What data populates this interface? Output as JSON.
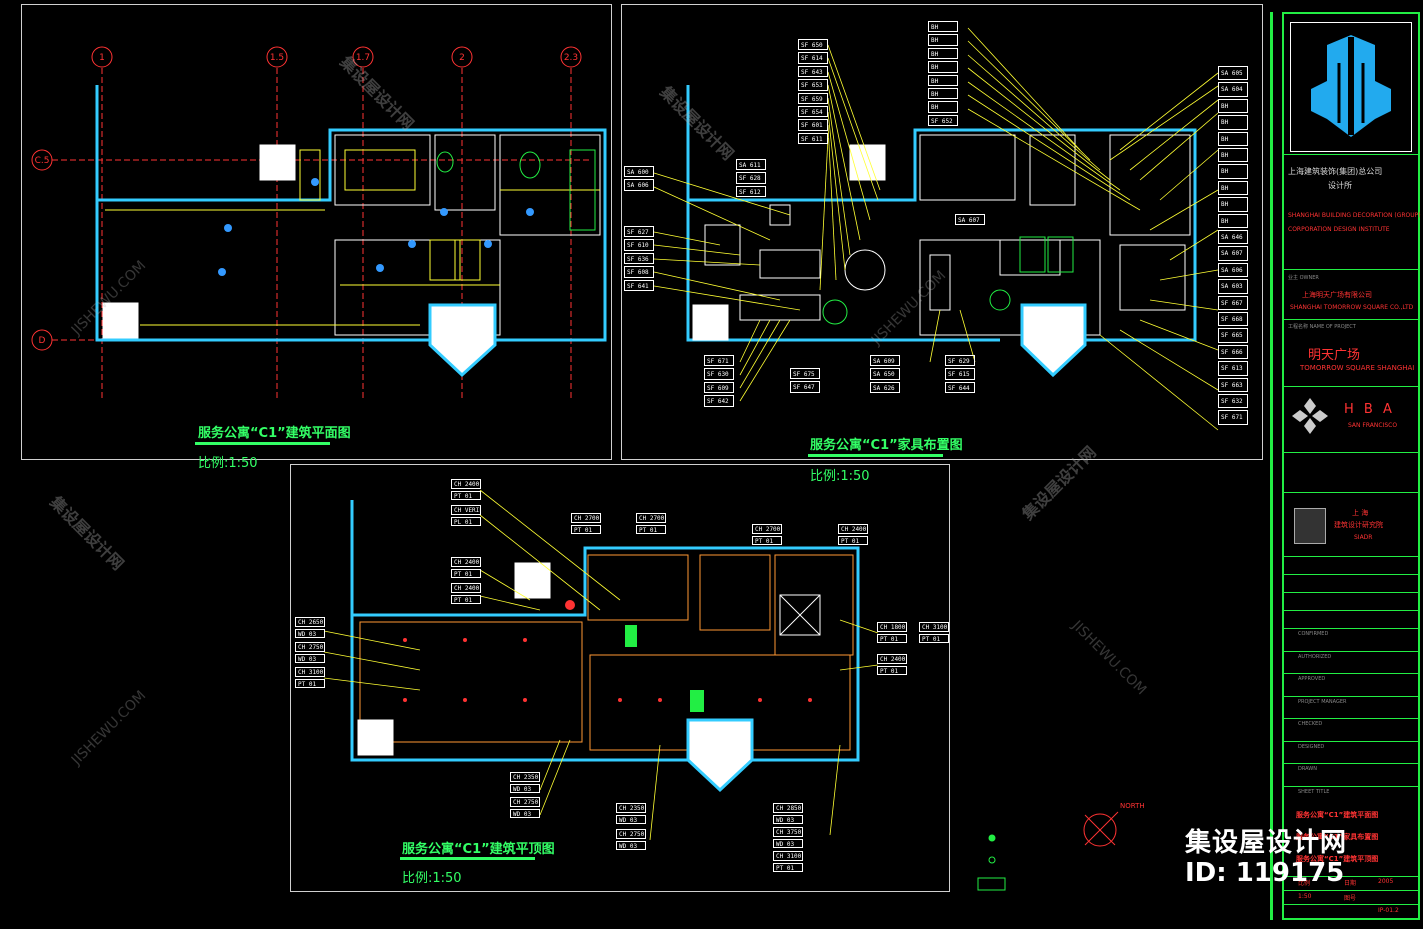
{
  "drawings": {
    "plan1": {
      "title": "服务公寓“C1”建筑平面图",
      "scale": "比例:1:50"
    },
    "plan2": {
      "title": "服务公寓“C1”家具布置图",
      "scale": "比例:1:50"
    },
    "plan3": {
      "title": "服务公寓“C1”建筑平顶图",
      "scale": "比例:1:50"
    }
  },
  "grid_labels": [
    "1",
    "1.5",
    "1.7",
    "2",
    "2.3"
  ],
  "row_labels": [
    "C.5",
    "D"
  ],
  "plan2_tags": {
    "left_sf": [
      "SF 650",
      "SF 614",
      "SF 643",
      "SF 653",
      "SF 659",
      "SF 654",
      "SF 601",
      "SF 611"
    ],
    "left_sa": [
      "SA 600",
      "SA 606"
    ],
    "mid_tags": [
      "SA 611",
      "SF 628",
      "SF 612"
    ],
    "left_lower": [
      "SF 627",
      "SF 610",
      "SF 636",
      "SF 608",
      "SF 641"
    ],
    "bottom_a": [
      "SF 671",
      "SF 630",
      "SF 609",
      "SF 642"
    ],
    "bottom_b": [
      "SF 675",
      "SF 647"
    ],
    "bottom_c": [
      "SA 609",
      "SA 650",
      "SA 626"
    ],
    "bottom_d": [
      "SF 629",
      "SF 615",
      "SF 644"
    ],
    "top_bh": [
      "BH",
      "BH",
      "BH",
      "BH",
      "BH",
      "BH",
      "BH",
      "SF 652"
    ],
    "center_tag": "SA 607",
    "right_col": [
      "SA 605",
      "SA 604",
      "BH",
      "BH",
      "BH",
      "BH",
      "BH",
      "BH",
      "BH",
      "BH",
      "SA 646",
      "SA 607",
      "SA 606",
      "SA 603",
      "SF 667",
      "SF 668",
      "SF 665",
      "SF 666",
      "SF 613",
      "SF 663",
      "SF 632",
      "SF 671"
    ]
  },
  "plan3_tags": [
    "CH 2400",
    "PT 01",
    "CH VERIFY",
    "PL 01",
    "CH 2700",
    "PT 01",
    "CH 2700",
    "PT 01",
    "CH 2700",
    "PT 01",
    "CH 2400",
    "PT 01",
    "CH 2400",
    "PT 01",
    "CH 2400",
    "PT 01",
    "CH 2650",
    "WD 03",
    "CH 2750",
    "WD 03",
    "CH 3100",
    "PT 01",
    "CH 1800",
    "PT 01",
    "CH 3100",
    "PT 01",
    "CH 2400",
    "PT 01",
    "CH 2350",
    "WD 03",
    "CH 2750",
    "WD 03",
    "CH 2350",
    "WD 03",
    "CH 2750",
    "WD 03",
    "CH 2850",
    "WD 03",
    "CH 3750",
    "WD 03",
    "CH 3100",
    "PT 01"
  ],
  "title_block": {
    "company_cn": "上海建筑装饰(集团)总公司",
    "company_cn2": "设计所",
    "company_en": "SHANGHAI BUILDING DECORATION (GROUP)",
    "company_en2": "CORPORATION DESIGN INSTITUTE",
    "owner_label": "业主 OWNER",
    "owner_cn": "上海明天广场有限公司",
    "owner_en": "SHANGHAI TOMORROW SQUARE CO.,LTD",
    "project_label": "工程名称 NAME OF PROJECT",
    "project_cn": "明天广场",
    "project_en": "TOMORROW SQUARE SHANGHAI",
    "hba": "H B A",
    "hba_city": "SAN FRANCISCO",
    "siadr_cn": "上  海",
    "siadr_cn2": "建筑设计研究院",
    "siadr": "SIADR",
    "rows": [
      "CONFIRMED",
      "AUTHORIZED",
      "APPROVED",
      "PROJECT MANAGER",
      "CHECKED",
      "DESIGNED",
      "DRAWN",
      "SHEET TITLE"
    ],
    "sheet_titles": [
      "服务公寓“C1”建筑平面图",
      "服务公寓“C1”家具布置图",
      "服务公寓“C1”建筑平顶图"
    ],
    "footer": [
      "比例",
      "1:50",
      "日期",
      "2005",
      "图号",
      "IP-01.2"
    ]
  },
  "north_label": "NORTH",
  "watermark": {
    "site": "集设屋设计网",
    "id": "ID:  119175",
    "diag_cn": "集设屋设计网",
    "diag_en": "JISHEWU.COM"
  },
  "colors": {
    "green": "#22ee44",
    "yellow": "#ffff33",
    "cyan": "#33ccff",
    "red": "#ff3333",
    "white": "#ffffff",
    "blue": "#3399ff"
  }
}
